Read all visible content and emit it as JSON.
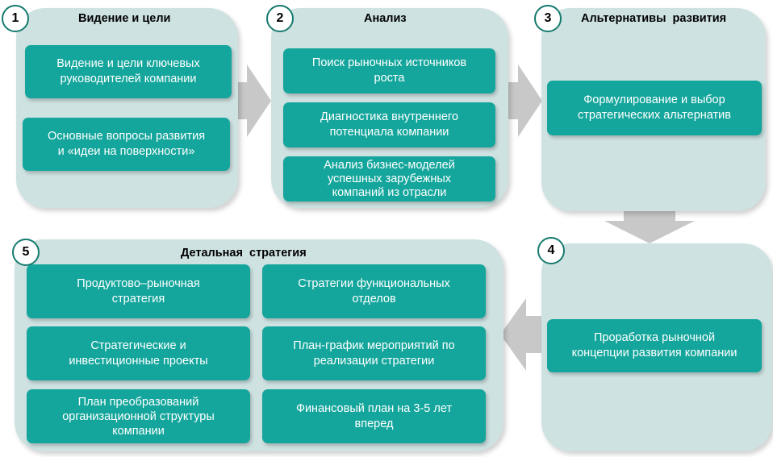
{
  "stages": [
    {
      "number": "1",
      "title": "Видение и цели",
      "items": [
        "Видение и цели ключевых\nруководителей компании",
        "Основные вопросы развития\nи «идеи на поверхности»"
      ]
    },
    {
      "number": "2",
      "title": "Анализ",
      "items": [
        "Поиск рыночных источников\nроста",
        "Диагностика внутреннего\nпотенциала компании",
        "Анализ бизнес-моделей\nуспешных зарубежных\nкомпаний из отрасли"
      ]
    },
    {
      "number": "3",
      "title": "Альтернативы  развития",
      "items": [
        "Формулирование и выбор\nстратегических альтернатив"
      ]
    },
    {
      "number": "4",
      "title": "",
      "items": [
        "Проработка  рыночной\nконцепции  развития компании"
      ]
    },
    {
      "number": "5",
      "title": "Детальная  стратегия",
      "items": [
        "Продуктово–рыночная\nстратегия",
        "Стратегии функциональных\nотделов",
        "Стратегические и\nинвестиционные проекты",
        "План-график  мероприятий по\nреализации стратегии",
        "План преобразований\nорганизационной  структуры\nкомпании",
        "Финансовый план на 3-5 лет\nвперед"
      ]
    }
  ],
  "colors": {
    "panel": "#cfe2e2",
    "box": "#14a69c",
    "number_border": "#157a6e",
    "arrow": "#c8c8c8"
  }
}
